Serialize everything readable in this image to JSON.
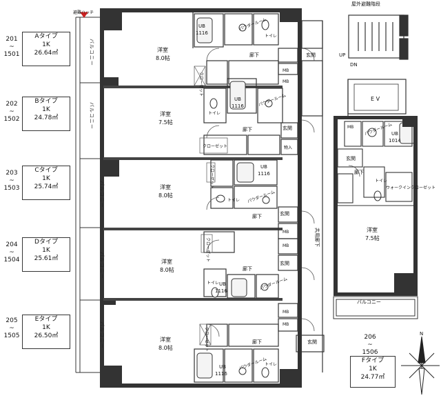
{
  "units": [
    {
      "range_from": "201",
      "tilde": "~",
      "range_to": "1501",
      "type": "Aタイプ",
      "layout": "1K",
      "area": "26.64㎡"
    },
    {
      "range_from": "202",
      "tilde": "~",
      "range_to": "1502",
      "type": "Bタイプ",
      "layout": "1K",
      "area": "24.78㎡"
    },
    {
      "range_from": "203",
      "tilde": "~",
      "range_to": "1503",
      "type": "Cタイプ",
      "layout": "1K",
      "area": "25.74㎡"
    },
    {
      "range_from": "204",
      "tilde": "~",
      "range_to": "1504",
      "type": "Dタイプ",
      "layout": "1K",
      "area": "25.61㎡"
    },
    {
      "range_from": "205",
      "tilde": "~",
      "range_to": "1505",
      "type": "Eタイプ",
      "layout": "1K",
      "area": "26.50㎡"
    }
  ],
  "unit_f": {
    "range_from": "206",
    "tilde": "~",
    "range_to": "1506",
    "type": "Fタイプ",
    "layout": "1K",
    "area": "24.77㎡"
  },
  "labels": {
    "evac_stairs": "屋外避難階段",
    "balcony": "バルコニー",
    "corridor_shared": "共用廊下",
    "ev": "E V",
    "up": "UP",
    "dn": "DN",
    "compass_n": "N",
    "evac_hatch": "避難ハッチ"
  },
  "rooms": {
    "western": "洋室",
    "size_8": "8.0帖",
    "size_75": "7.5帖",
    "size_75b": "7.5帖",
    "ub": "UB",
    "ub_size": "1116",
    "ub_size_f": "1014",
    "powder": "パウダールーム",
    "toilet": "トイレ",
    "corridor": "廊下",
    "entrance": "玄関",
    "mb": "MB",
    "closet": "クローゼット",
    "storage": "物入",
    "wic": "ウォークインクローゼット"
  }
}
